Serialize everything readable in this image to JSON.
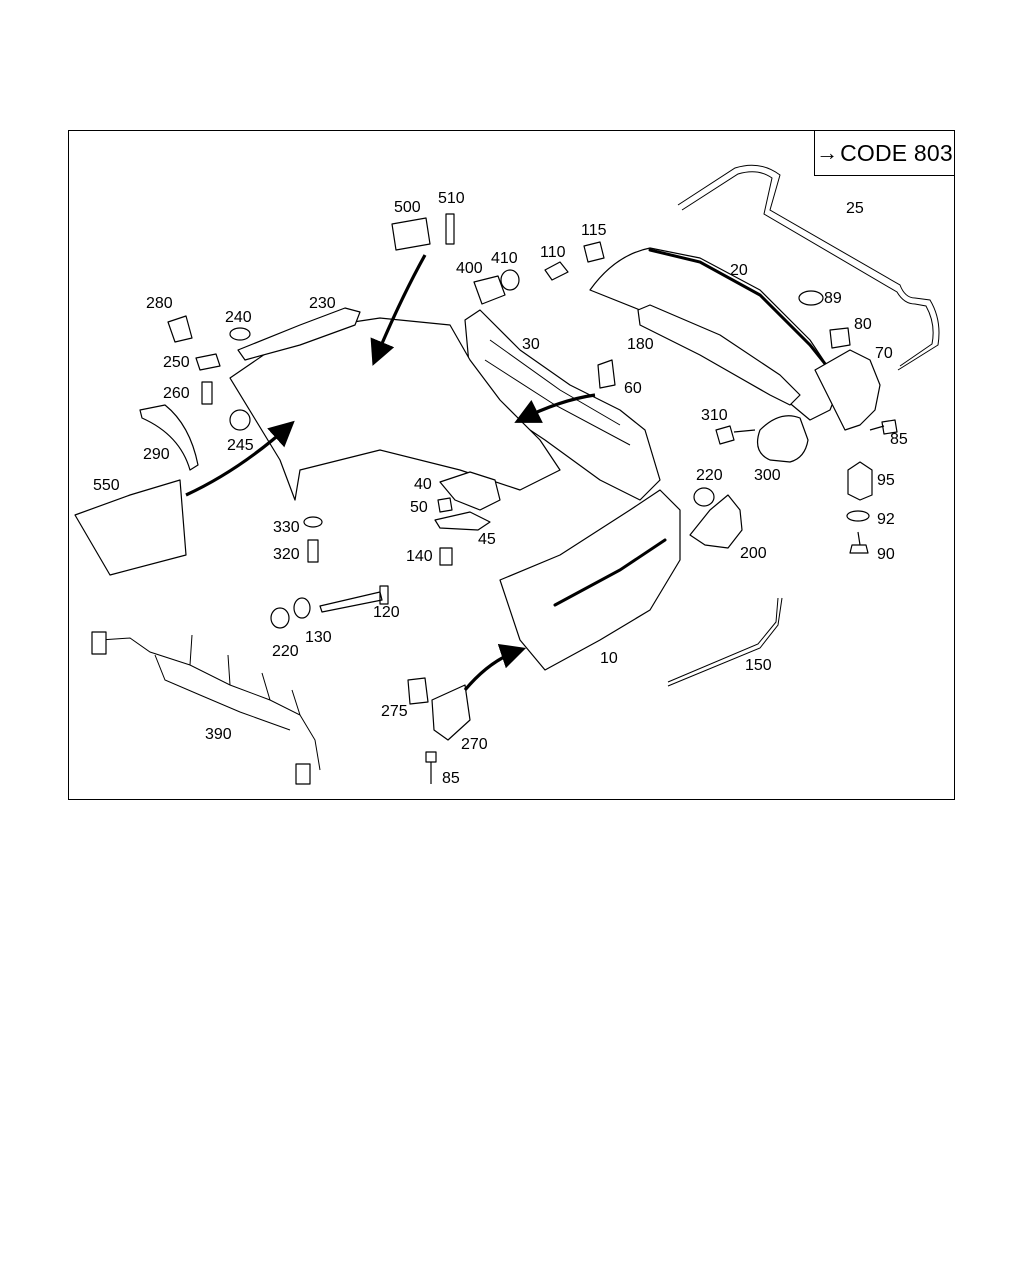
{
  "header": {
    "code_arrow": "→",
    "code_label": "CODE 803"
  },
  "callouts": {
    "p10": "10",
    "p20": "20",
    "p25": "25",
    "p30": "30",
    "p40": "40",
    "p45": "45",
    "p50": "50",
    "p60": "60",
    "p70": "70",
    "p80": "80",
    "p85a": "85",
    "p85b": "85",
    "p89": "89",
    "p90": "90",
    "p92": "92",
    "p95": "95",
    "p110": "110",
    "p115": "115",
    "p120": "120",
    "p130": "130",
    "p140": "140",
    "p150": "150",
    "p180": "180",
    "p200": "200",
    "p220a": "220",
    "p220b": "220",
    "p230": "230",
    "p240": "240",
    "p245": "245",
    "p250": "250",
    "p260": "260",
    "p270": "270",
    "p275": "275",
    "p280": "280",
    "p290": "290",
    "p300": "300",
    "p310": "310",
    "p320": "320",
    "p330": "330",
    "p390": "390",
    "p400": "400",
    "p410": "410",
    "p500": "500",
    "p510": "510",
    "p550": "550"
  },
  "colors": {
    "line": "#000000",
    "background": "#ffffff"
  }
}
